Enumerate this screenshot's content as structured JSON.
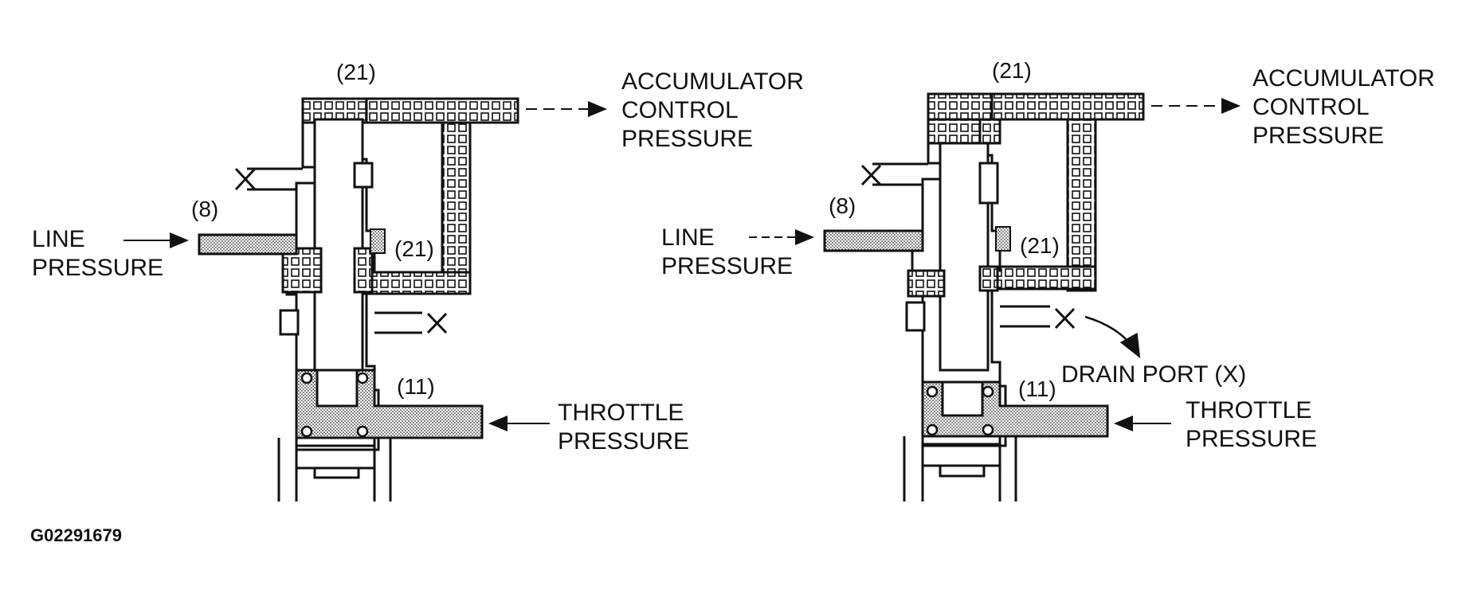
{
  "figure_code": "G02291679",
  "left_diagram": {
    "callout_21_top": "(21)",
    "callout_21_mid": "(21)",
    "callout_8": "(8)",
    "callout_11": "(11)",
    "accumulator_lines": [
      "ACCUMULATOR",
      "CONTROL",
      "PRESSURE"
    ],
    "line_pressure_lines": [
      "LINE",
      "PRESSURE"
    ],
    "throttle_lines": [
      "THROTTLE",
      "PRESSURE"
    ]
  },
  "right_diagram": {
    "callout_21_top": "(21)",
    "callout_21_mid": "(21)",
    "callout_8": "(8)",
    "callout_11": "(11)",
    "accumulator_lines": [
      "ACCUMULATOR",
      "CONTROL",
      "PRESSURE"
    ],
    "line_pressure_lines": [
      "LINE",
      "PRESSURE"
    ],
    "throttle_lines": [
      "THROTTLE",
      "PRESSURE"
    ],
    "drain_port": "DRAIN PORT (X)"
  }
}
